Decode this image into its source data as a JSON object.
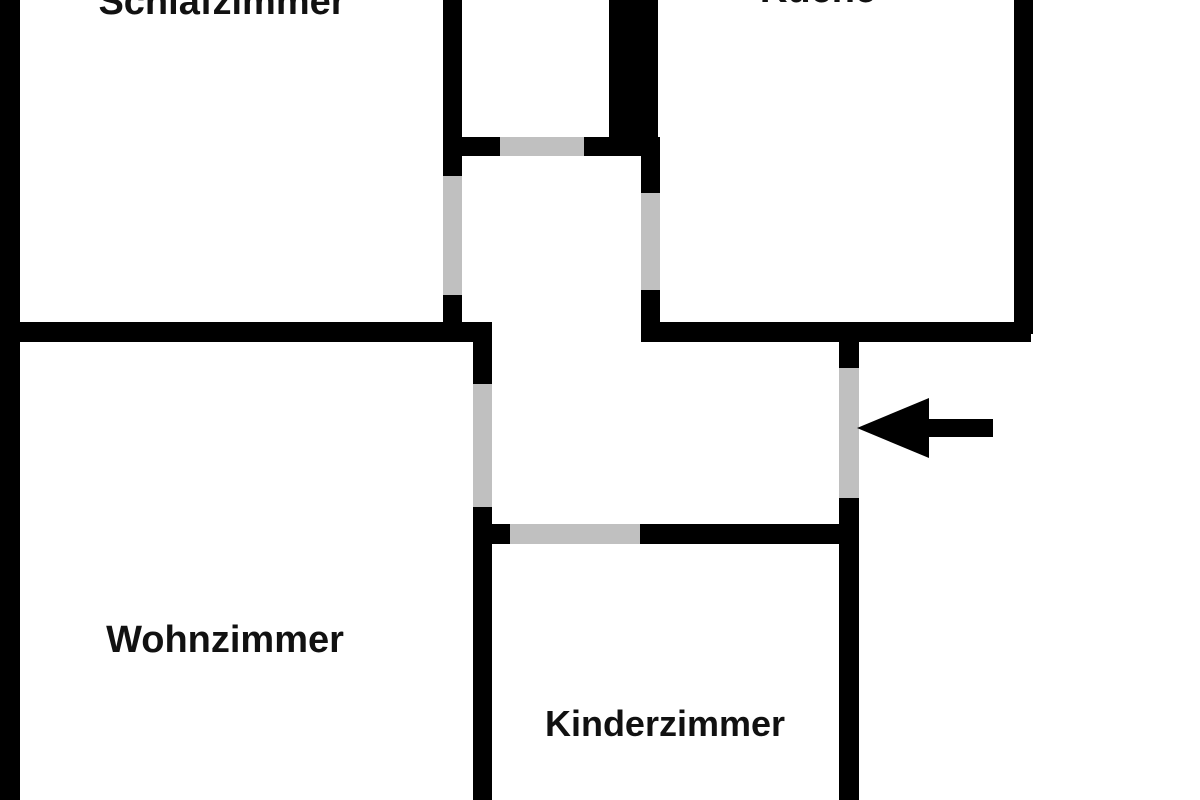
{
  "rooms": {
    "bedroom": {
      "label": "Schlafzimmer"
    },
    "kitchen": {
      "label": "Küche"
    },
    "living": {
      "label": "Wohnzimmer"
    },
    "kids": {
      "label": "Kinderzimmer"
    }
  },
  "colors": {
    "wall": "#000000",
    "door": "#c0c0c0",
    "background": "#ffffff",
    "arrow": "#000000"
  },
  "icons": {
    "entrance_arrow": "left-arrow-icon"
  }
}
